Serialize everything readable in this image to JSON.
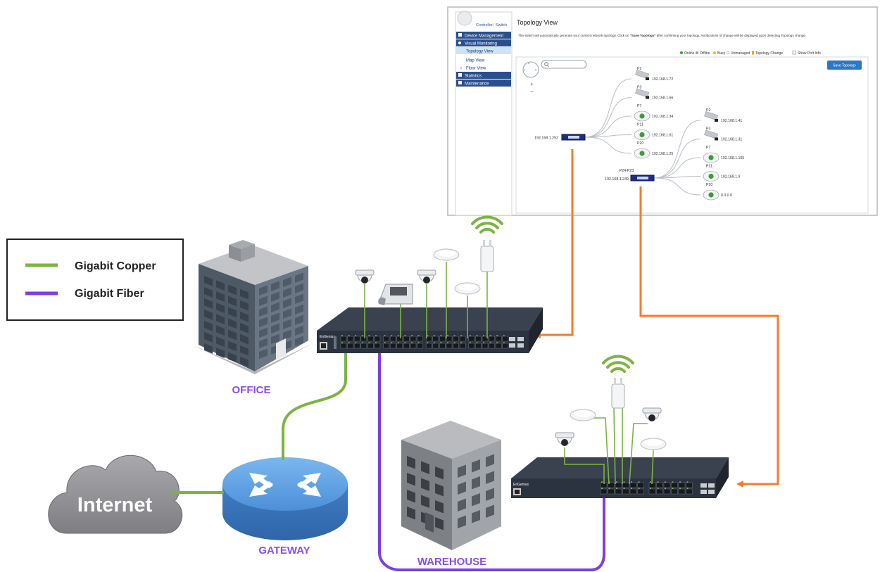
{
  "legend": {
    "items": [
      {
        "label": "Gigabit Copper",
        "color": "#7cb342"
      },
      {
        "label": "Gigabit Fiber",
        "color": "#7b3fe4"
      }
    ]
  },
  "labels": {
    "office": "OFFICE",
    "warehouse": "WAREHOUSE",
    "gateway": "GATEWAY",
    "internet": "Internet"
  },
  "colors": {
    "copper": "#7cb342",
    "fiber": "#7b3fe4",
    "management": "#f47c2c",
    "label_purple": "#8a4de8",
    "switch_body": "#2c3340",
    "router_blue": "#4a90d9"
  },
  "topology_window": {
    "title": "Topology View",
    "nav_tabs": [
      "Controller",
      "Switch"
    ],
    "sidebar": [
      {
        "label": "Device Management",
        "icon": "server-icon"
      },
      {
        "label": "Visual Monitoring",
        "icon": "share-icon"
      },
      {
        "label": "Topology View",
        "icon": ""
      },
      {
        "label": "Map View",
        "icon": ""
      },
      {
        "label": "Floor View",
        "icon": ""
      },
      {
        "label": "Statistics",
        "icon": "chart-icon"
      },
      {
        "label": "Maintenance",
        "icon": "wrench-icon"
      }
    ],
    "description_pre": "The switch will automatically generate your current network topology. Click on ",
    "description_bold": "\"Save Topology\"",
    "description_post": " after confirming your topology. Notifications of change will be displayed upon detecting Topology change.",
    "status_legend": {
      "online": "Online",
      "offline": "Offline",
      "busy": "Busy",
      "unmanaged": "Unmanaged",
      "topology_change": "Topology Change",
      "show_port_info": "Show Port Info"
    },
    "save_button": "Save Topology",
    "switch_a": {
      "ip": "192.168.1.252"
    },
    "switch_b": {
      "ip": "192.168.1.249",
      "port": "P24-P23"
    },
    "devices_a": [
      {
        "port": "P2",
        "ip": "192.168.1.72",
        "kind": "camera"
      },
      {
        "port": "P3",
        "ip": "192.168.1.66",
        "kind": "camera"
      },
      {
        "port": "P7",
        "ip": "192.168.1.34",
        "kind": "ap"
      },
      {
        "port": "P11",
        "ip": "192.168.1.61",
        "kind": "ap"
      },
      {
        "port": "P20",
        "ip": "192.168.1.25",
        "kind": "ap"
      }
    ],
    "devices_b": [
      {
        "port": "P2",
        "ip": "192.168.1.41",
        "kind": "camera"
      },
      {
        "port": "P3",
        "ip": "192.168.1.31",
        "kind": "camera"
      },
      {
        "port": "P7",
        "ip": "192.168.1.105",
        "kind": "ap"
      },
      {
        "port": "P11",
        "ip": "192.168.1.9",
        "kind": "ap"
      },
      {
        "port": "P20",
        "ip": "0.0.0.0",
        "kind": "ap"
      }
    ]
  },
  "switch_brand": "EnGenius"
}
